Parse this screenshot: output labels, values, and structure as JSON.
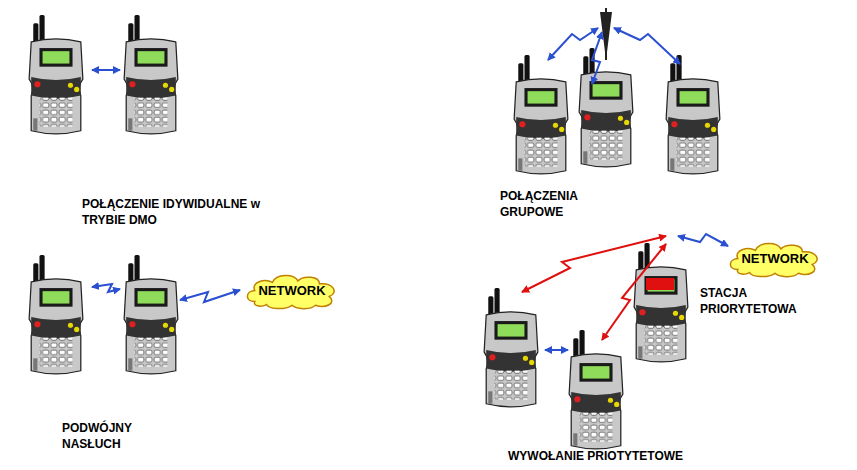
{
  "diagram": {
    "nodes": [
      {
        "text": [
          "NETWORK"
        ]
      },
      {
        "text": [
          "NETWORK"
        ]
      }
    ],
    "labels": [
      "POŁĄCZENIE IDYWIDUALNE w TRYBIE DMO",
      "POŁĄCZENIA GRUPOWE",
      "PODWÓJNY NASŁUCH",
      "STACJA PRIORYTETOWA",
      "WYWOŁANIE PRIOTYTETOWE"
    ]
  }
}
